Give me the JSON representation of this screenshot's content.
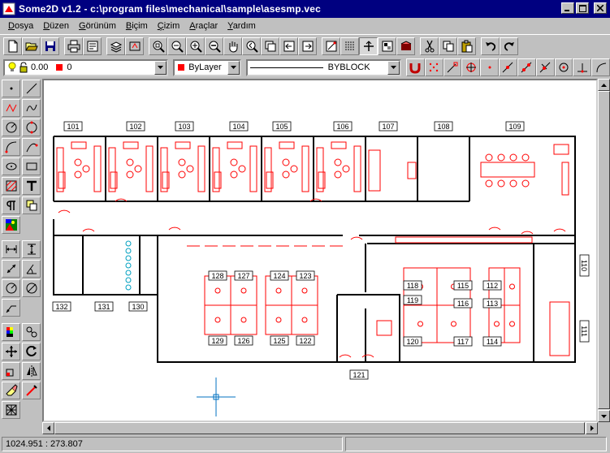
{
  "window": {
    "title": "Some2D v1.2 - c:\\program files\\mechanical\\sample\\asesmp.vec"
  },
  "menu": [
    "Dosya",
    "Düzen",
    "Görünüm",
    "Biçim",
    "Çizim",
    "Araçlar",
    "Yardım"
  ],
  "toolbar2": {
    "layer_value": "0.00",
    "layer_name": "0",
    "color_value": "ByLayer",
    "linetype_value": "BYBLOCK"
  },
  "drawing": {
    "room_labels_top": [
      "101",
      "102",
      "103",
      "104",
      "105",
      "106",
      "107",
      "108",
      "109"
    ],
    "room_labels_left": [
      "132",
      "131",
      "130"
    ],
    "room_label_bottom": "121",
    "room_labels_right": [
      "110",
      "111"
    ],
    "cluster_a": [
      "128",
      "127",
      "124",
      "123",
      "129",
      "126",
      "125",
      "122"
    ],
    "cluster_b": [
      "118",
      "115",
      "112",
      "119",
      "116",
      "113",
      "120",
      "117",
      "114"
    ],
    "accent_color": "#ff0000",
    "cursor_color": "#0070c0"
  },
  "status": {
    "coordinates": "1024.951 : 273.807"
  }
}
